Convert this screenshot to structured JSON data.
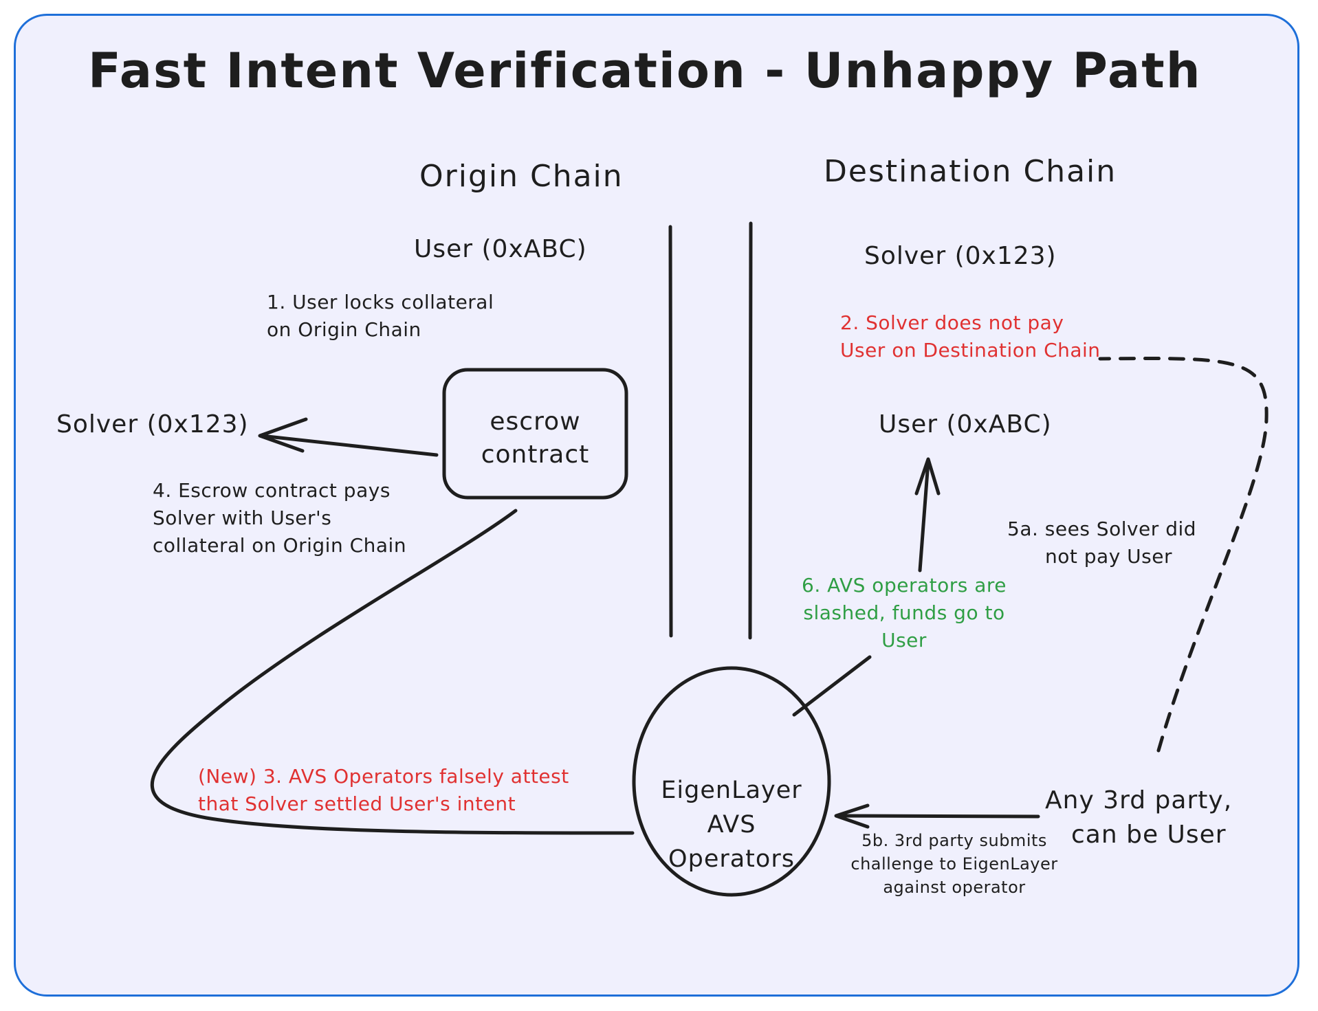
{
  "title": "Fast Intent Verification - Unhappy Path",
  "colors": {
    "frame": "#1e6fd9",
    "background": "#f0f0fd",
    "ink": "#1e1e1e",
    "red": "#e03131",
    "green": "#2f9e44"
  },
  "headers": {
    "origin": "Origin Chain",
    "destination": "Destination Chain"
  },
  "origin": {
    "user": "User (0xABC)",
    "solver": "Solver (0x123)",
    "escrow": [
      "escrow",
      "contract"
    ]
  },
  "destination": {
    "solver": "Solver (0x123)",
    "user": "User (0xABC)"
  },
  "operators": [
    "EigenLayer",
    "AVS",
    "Operators"
  ],
  "third_party": [
    "Any 3rd party,",
    "can be User"
  ],
  "steps": {
    "s1": [
      "1. User locks collateral",
      "on Origin Chain"
    ],
    "s2": [
      "2. Solver does not pay",
      "User on Destination Chain"
    ],
    "s3": [
      "(New) 3. AVS Operators falsely attest",
      "that Solver settled User's intent"
    ],
    "s4": [
      "4. Escrow contract pays",
      "Solver with User's",
      "collateral on Origin Chain"
    ],
    "s5a": [
      "5a. sees Solver did",
      "not pay User"
    ],
    "s5b": [
      "5b. 3rd party submits",
      "challenge to EigenLayer",
      "against operator"
    ],
    "s6": [
      "6. AVS operators are",
      "slashed, funds go to",
      "User"
    ]
  }
}
